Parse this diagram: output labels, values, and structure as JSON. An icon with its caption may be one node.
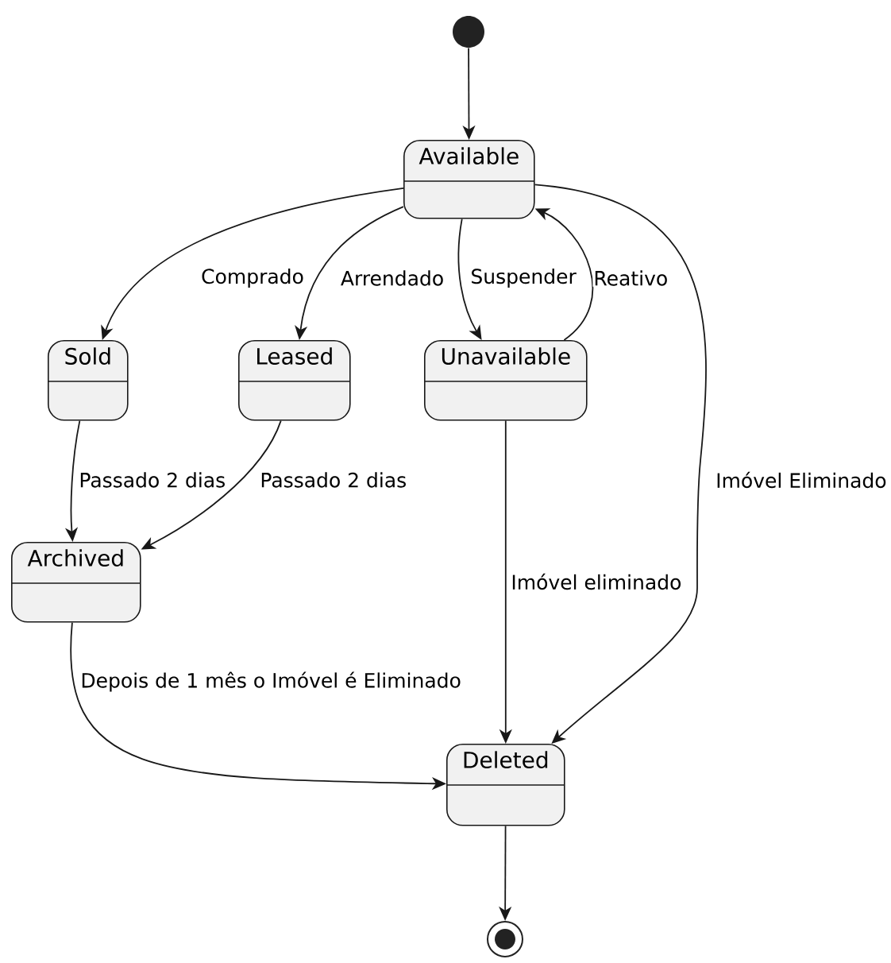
{
  "diagram": {
    "nodes": [
      {
        "text": [],
        "shape": "circle"
      },
      {
        "text": [
          "Available"
        ]
      },
      {
        "text": [
          "Sold"
        ]
      },
      {
        "text": [
          "Leased"
        ]
      },
      {
        "text": [
          "Unavailable"
        ]
      },
      {
        "text": [
          "Archived"
        ]
      },
      {
        "text": [
          "Deleted"
        ]
      },
      {
        "text": [],
        "shape": "circle"
      }
    ],
    "edges": [
      {
        "from": 0,
        "to": 1,
        "arrow": "to"
      },
      {
        "from": 1,
        "to": 2,
        "arrow": "to",
        "label": "Comprado"
      },
      {
        "from": 1,
        "to": 3,
        "arrow": "to",
        "label": "Arrendado"
      },
      {
        "from": 1,
        "to": 4,
        "arrow": "to",
        "label": "Suspender"
      },
      {
        "from": 4,
        "to": 1,
        "arrow": "to",
        "label": "Reativo"
      },
      {
        "from": 1,
        "to": 6,
        "arrow": "to",
        "label": "Imóvel Eliminado"
      },
      {
        "from": 2,
        "to": 5,
        "arrow": "to",
        "label": "Passado 2 dias"
      },
      {
        "from": 3,
        "to": 5,
        "arrow": "to",
        "label": "Passado 2 dias"
      },
      {
        "from": 4,
        "to": 6,
        "arrow": "to",
        "label": "Imóvel eliminado"
      },
      {
        "from": 5,
        "to": 6,
        "arrow": "to",
        "label": "Depois de 1 mês o Imóvel é Eliminado"
      },
      {
        "from": 6,
        "to": 7,
        "arrow": "to"
      }
    ]
  }
}
